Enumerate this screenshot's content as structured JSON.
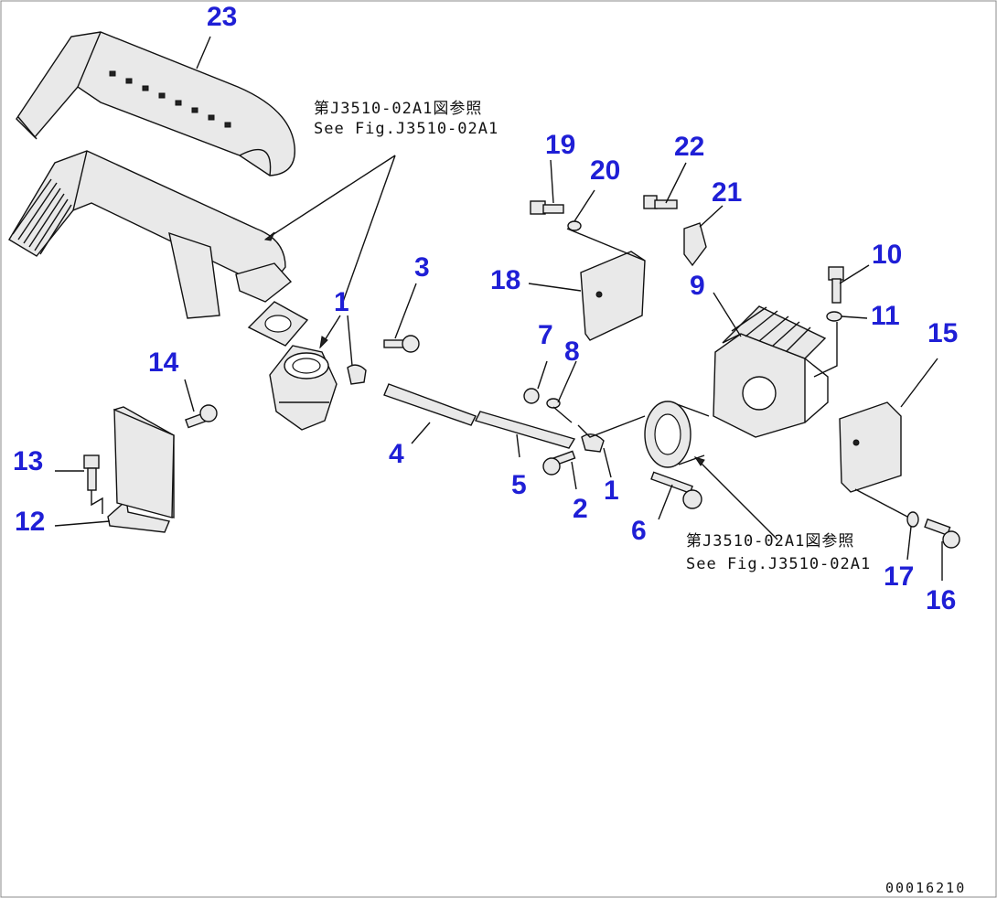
{
  "callouts": [
    {
      "id": "c23",
      "label": "23"
    },
    {
      "id": "c19",
      "label": "19"
    },
    {
      "id": "c20",
      "label": "20"
    },
    {
      "id": "c22",
      "label": "22"
    },
    {
      "id": "c21",
      "label": "21"
    },
    {
      "id": "c3",
      "label": "3"
    },
    {
      "id": "c18",
      "label": "18"
    },
    {
      "id": "c9",
      "label": "9"
    },
    {
      "id": "c10",
      "label": "10"
    },
    {
      "id": "c1a",
      "label": "1"
    },
    {
      "id": "c11",
      "label": "11"
    },
    {
      "id": "c15",
      "label": "15"
    },
    {
      "id": "c7",
      "label": "7"
    },
    {
      "id": "c8",
      "label": "8"
    },
    {
      "id": "c14",
      "label": "14"
    },
    {
      "id": "c4",
      "label": "4"
    },
    {
      "id": "c13",
      "label": "13"
    },
    {
      "id": "c5",
      "label": "5"
    },
    {
      "id": "c1b",
      "label": "1"
    },
    {
      "id": "c2",
      "label": "2"
    },
    {
      "id": "c12",
      "label": "12"
    },
    {
      "id": "c6",
      "label": "6"
    },
    {
      "id": "c17",
      "label": "17"
    },
    {
      "id": "c16",
      "label": "16"
    }
  ],
  "notes": {
    "top_jp": "第J3510-02A1図参照",
    "top_en": "See Fig.J3510-02A1",
    "bottom_jp": "第J3510-02A1図参照",
    "bottom_en": "See Fig.J3510-02A1"
  },
  "drawing_code": "00016210"
}
